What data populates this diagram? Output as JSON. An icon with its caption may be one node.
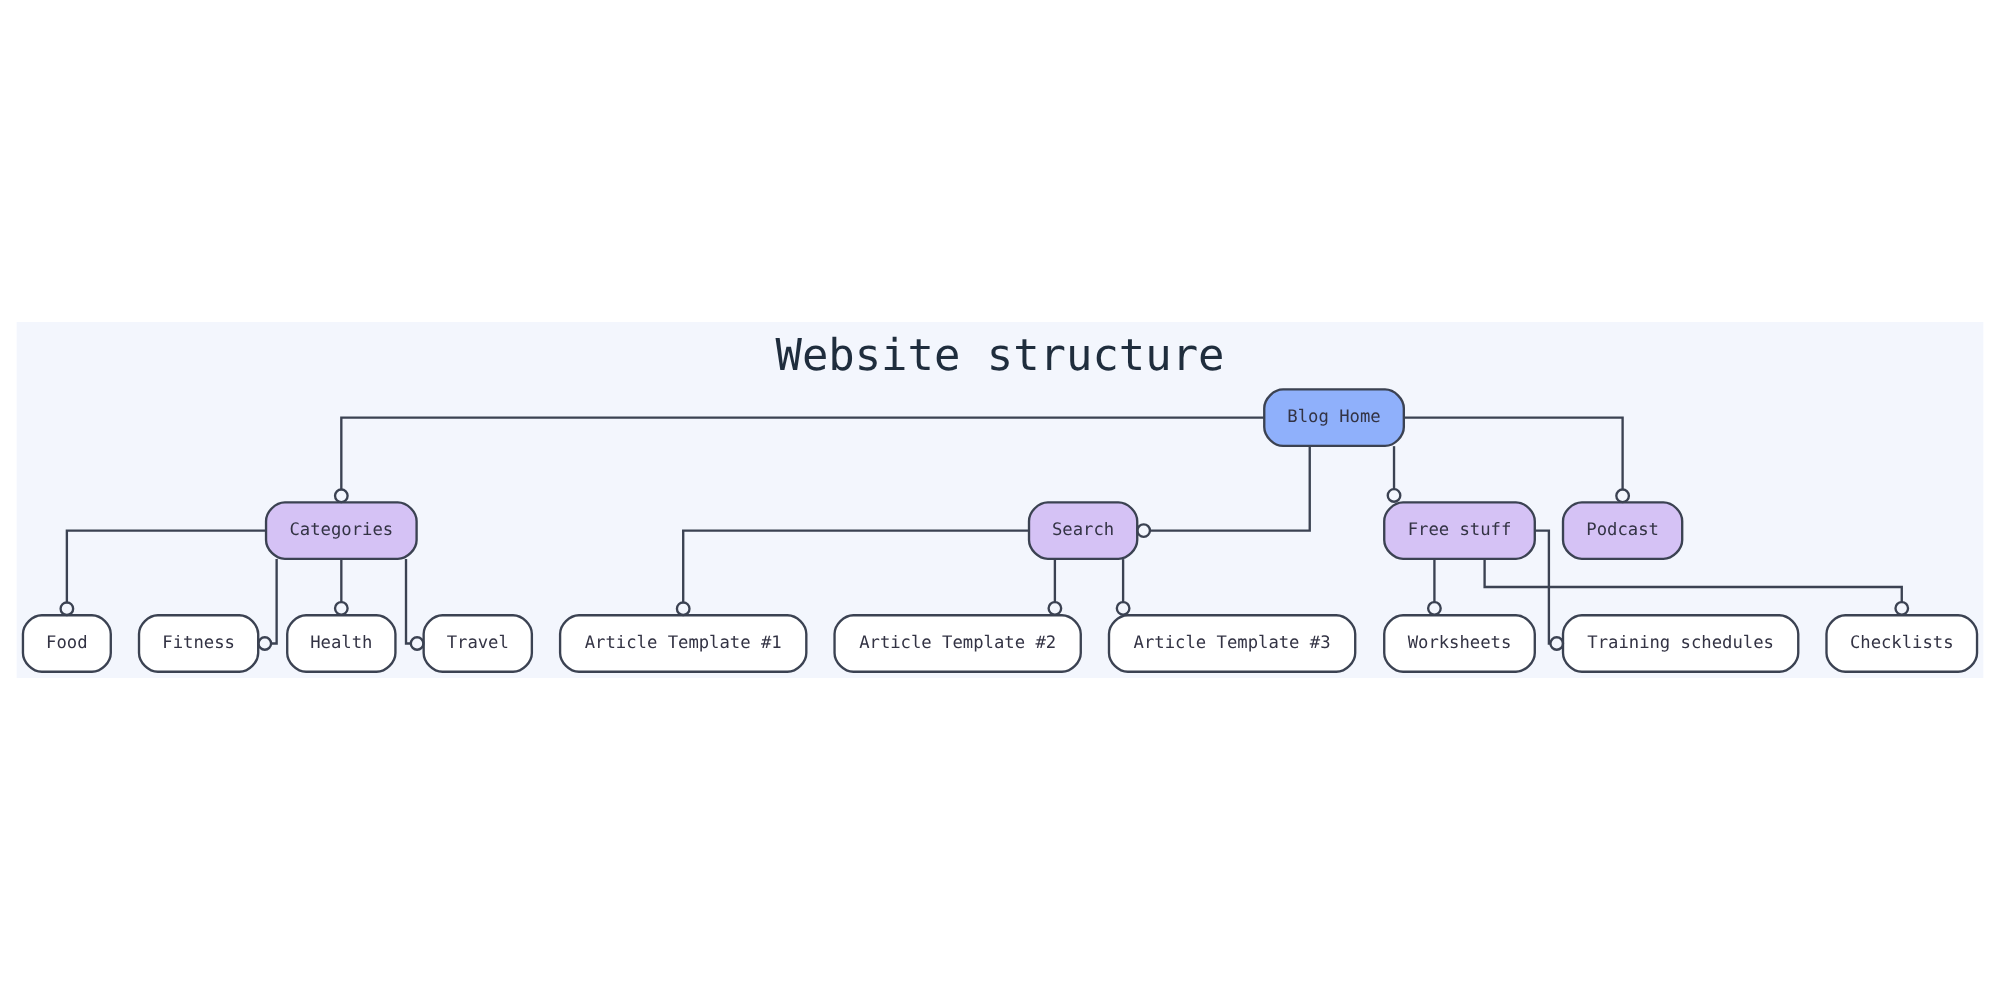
{
  "diagram": {
    "title": "Website structure",
    "nodes": [
      {
        "text": [
          "Blog Home"
        ]
      },
      {
        "text": [
          "Categories"
        ]
      },
      {
        "text": [
          "Search"
        ]
      },
      {
        "text": [
          "Free stuff"
        ]
      },
      {
        "text": [
          "Podcast"
        ]
      },
      {
        "text": [
          "Food"
        ]
      },
      {
        "text": [
          "Fitness"
        ]
      },
      {
        "text": [
          "Health"
        ]
      },
      {
        "text": [
          "Travel"
        ]
      },
      {
        "text": [
          "Article Template #1"
        ]
      },
      {
        "text": [
          "Article Template #2"
        ]
      },
      {
        "text": [
          "Article Template #3"
        ]
      },
      {
        "text": [
          "Worksheets"
        ]
      },
      {
        "text": [
          "Training schedules"
        ]
      },
      {
        "text": [
          "Checklists"
        ]
      }
    ],
    "edges": [
      {
        "from": 0,
        "to": 1,
        "arrow": "other"
      },
      {
        "from": 0,
        "to": 2,
        "arrow": "other"
      },
      {
        "from": 0,
        "to": 3,
        "arrow": "other"
      },
      {
        "from": 0,
        "to": 4,
        "arrow": "other"
      },
      {
        "from": 1,
        "to": 5,
        "arrow": "other"
      },
      {
        "from": 1,
        "to": 6,
        "arrow": "other"
      },
      {
        "from": 1,
        "to": 7,
        "arrow": "other"
      },
      {
        "from": 1,
        "to": 8,
        "arrow": "other"
      },
      {
        "from": 2,
        "to": 9,
        "arrow": "other"
      },
      {
        "from": 2,
        "to": 10,
        "arrow": "other"
      },
      {
        "from": 2,
        "to": 11,
        "arrow": "other"
      },
      {
        "from": 3,
        "to": 12,
        "arrow": "other"
      },
      {
        "from": 3,
        "to": 13,
        "arrow": "other"
      },
      {
        "from": 3,
        "to": 14,
        "arrow": "other"
      }
    ]
  }
}
